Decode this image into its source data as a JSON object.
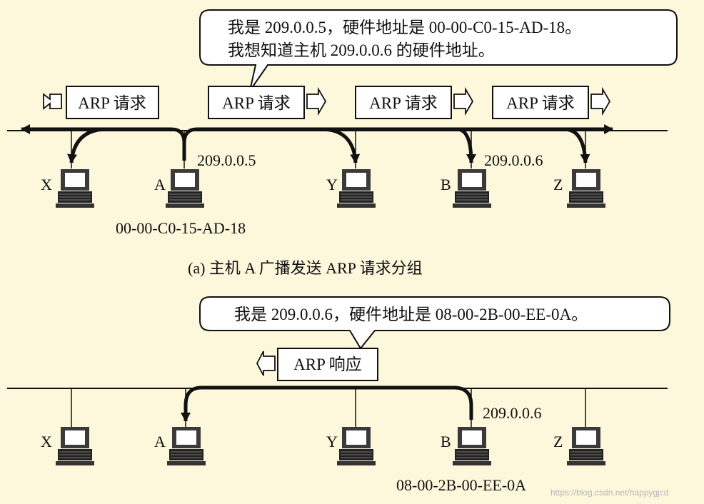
{
  "panel_a": {
    "bubble_line1": "我是 209.0.0.5，硬件地址是 00-00-C0-15-AD-18。",
    "bubble_line2": "我想知道主机 209.0.0.6 的硬件地址。",
    "packet_label": "ARP 请求",
    "hosts": [
      "X",
      "A",
      "Y",
      "B",
      "Z"
    ],
    "ip_a": "209.0.0.5",
    "ip_b": "209.0.0.6",
    "mac_a": "00-00-C0-15-AD-18",
    "caption": "(a) 主机 A 广播发送 ARP 请求分组"
  },
  "panel_b": {
    "bubble_line1": "我是 209.0.0.6，硬件地址是 08-00-2B-00-EE-0A。",
    "packet_label": "ARP 响应",
    "hosts": [
      "X",
      "A",
      "Y",
      "B",
      "Z"
    ],
    "ip_b": "209.0.0.6",
    "mac_b": "08-00-2B-00-EE-0A"
  },
  "watermark": "https://blog.csdn.net/happygjcd",
  "colors": {
    "background": "#fdf7dc",
    "ink": "#111111",
    "bubble_fill": "#ffffff"
  }
}
